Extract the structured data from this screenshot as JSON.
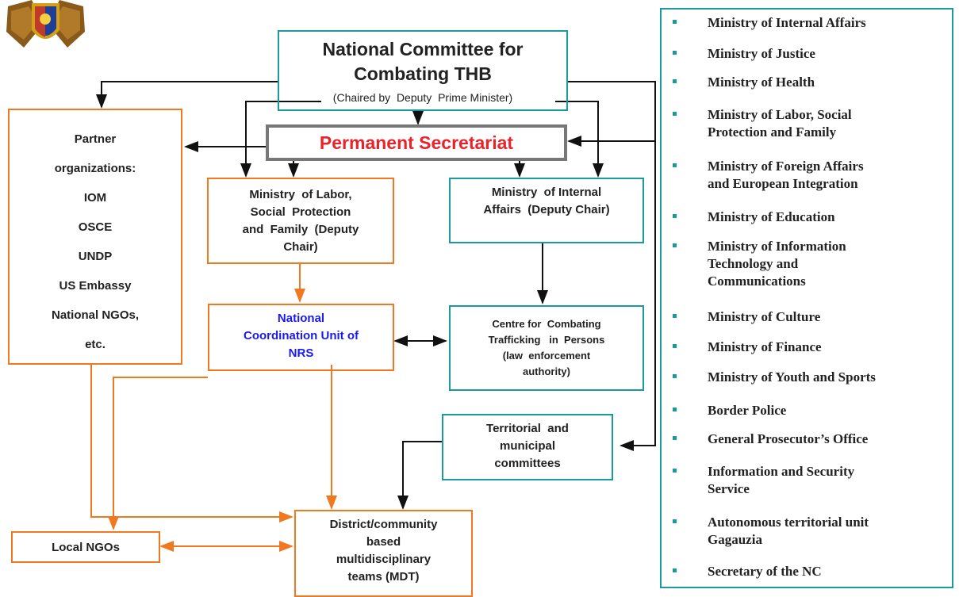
{
  "emblem": {
    "name": "coat-of-arms-icon",
    "colors": [
      "#1d3f9a",
      "#d4a017",
      "#c0392b",
      "#8a5a1a"
    ]
  },
  "colors": {
    "teal": "#1a9a9a",
    "orange": "#f07820",
    "secretariat_red": "#e8242a",
    "ncu_blue": "#1a1aee"
  },
  "national_committee": {
    "title": "National Committee for Combating THB",
    "subtitle": "(Chaired by  Deputy  Prime Minister)"
  },
  "permanent_secretariat": "Permanent Secretariat",
  "partner_orgs": {
    "heading_1": "Partner",
    "heading_2": "organizations:",
    "items": [
      "IOM",
      "OSCE",
      "UNDP",
      "US Embassy",
      "National NGOs,",
      "etc."
    ]
  },
  "mlspf": [
    "Ministry  of Labor,",
    "Social  Protection",
    "and  Family  (Deputy",
    "Chair)"
  ],
  "mia": [
    "Ministry  of Internal",
    "Affairs  (Deputy Chair)"
  ],
  "ncu": [
    "National",
    "Coordination Unit of",
    "NRS"
  ],
  "cctip": [
    "Centre for  Combating",
    "Trafficking   in  Persons",
    "(law  enforcement",
    "authority)"
  ],
  "territorial": [
    "Territorial  and",
    "municipal",
    "committees"
  ],
  "local_ngos": "Local NGOs",
  "mdt": [
    "District/community",
    "based",
    "multidisciplinary",
    "teams (MDT)"
  ],
  "ministries": [
    [
      "Ministry of Internal Affairs"
    ],
    [
      "Ministry of Justice"
    ],
    [
      "Ministry of Health"
    ],
    [
      "Ministry of Labor, Social",
      "Protection and Family"
    ],
    [
      "Ministry of Foreign Affairs",
      "and European Integration"
    ],
    [
      "Ministry of Education"
    ],
    [
      "Ministry of Information",
      "Technology and",
      "Communications"
    ],
    [
      "Ministry of Culture"
    ],
    [
      "Ministry of Finance"
    ],
    [
      "Ministry of Youth and Sports"
    ],
    [
      "Border Police"
    ],
    [
      "General Prosecutor’s Office"
    ],
    [
      "Information and Security",
      "Service"
    ],
    [
      "Autonomous territorial unit",
      "Gagauzia"
    ],
    [
      "Secretary of the NC"
    ]
  ]
}
